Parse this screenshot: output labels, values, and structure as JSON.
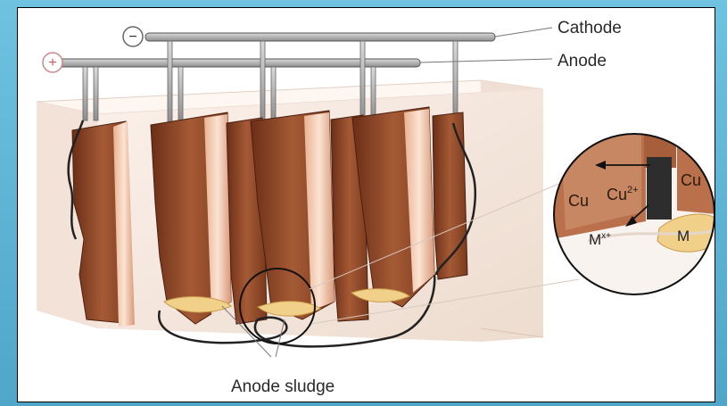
{
  "diagram": {
    "cathode_sign": "−",
    "anode_sign": "+",
    "labels": {
      "cathode": "Cathode",
      "anode": "Anode",
      "anode_sludge": "Anode sludge"
    },
    "inset": {
      "cu_left": "Cu",
      "cu_ion": "Cu",
      "cu_ion_charge": "2+",
      "cu_right": "Cu",
      "metal_ion": "M",
      "metal_ion_charge": "x+",
      "metal": "M"
    }
  }
}
